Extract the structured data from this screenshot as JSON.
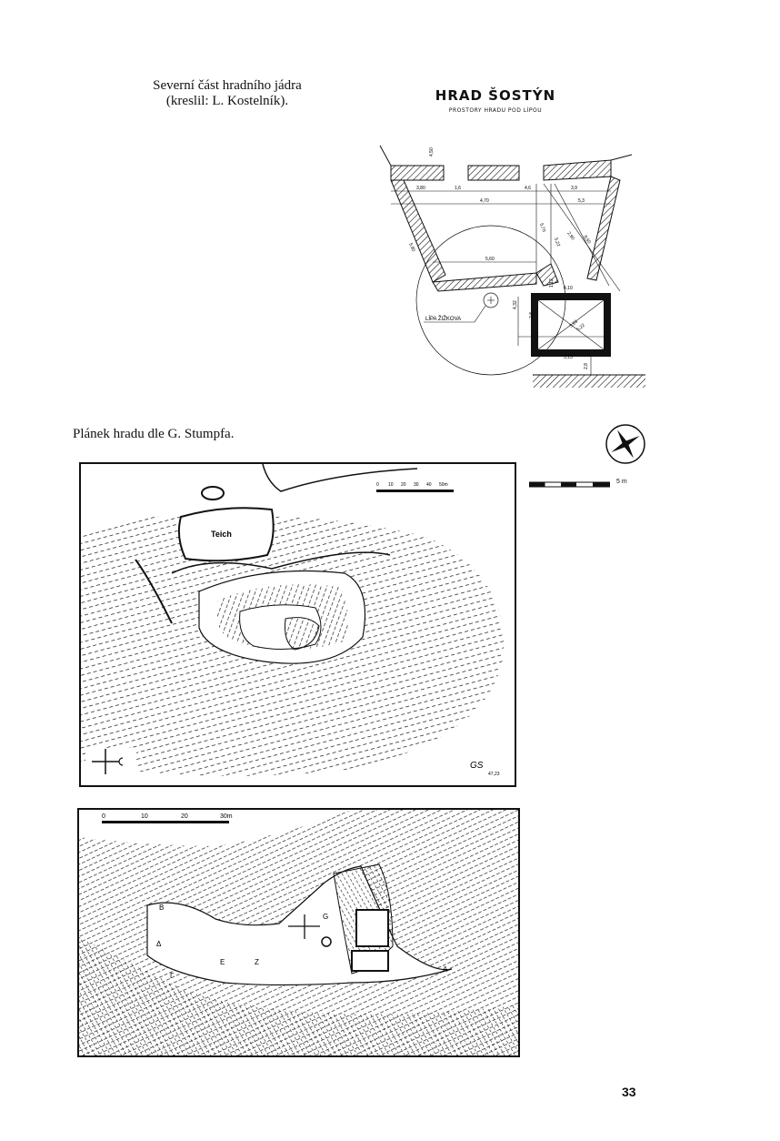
{
  "captions": {
    "north_part_line1": "Severní část hradního jádra",
    "north_part_line2": "(kreslil: L. Kostelník).",
    "plan_title": "HRAD ŠOSTÝN",
    "plan_subtitle": "PROSTORY HRADU POD LÍPOU",
    "stumpf_plan": "Plánek hradu dle G. Stumpfa."
  },
  "linden_plan": {
    "linden_label": "LÍPA ŽIŽKOVA",
    "scale_label": "5 m",
    "dimensions": [
      "4,50",
      "3,80",
      "1,6",
      "4,70",
      "4,6",
      "3,9",
      "5,3",
      "5,60",
      "5,70",
      "5,22",
      "2,90",
      "8,50",
      "1,12",
      "4,32",
      "2,8",
      "3,93",
      "3,13",
      "2,8",
      "5,22",
      "4,10",
      "5,80"
    ]
  },
  "upper_map": {
    "pond_label": "Teich",
    "scale_ticks": [
      "0",
      "10",
      "20",
      "30",
      "40",
      "50m"
    ],
    "signature": "GS",
    "signature_year": "47,23"
  },
  "lower_map": {
    "scale_ticks": [
      "0",
      "10",
      "20",
      "30m"
    ],
    "point_labels": [
      "A",
      "B",
      "Γ",
      "Δ",
      "Ε",
      "Ζ",
      "G"
    ]
  },
  "page_number": "33"
}
